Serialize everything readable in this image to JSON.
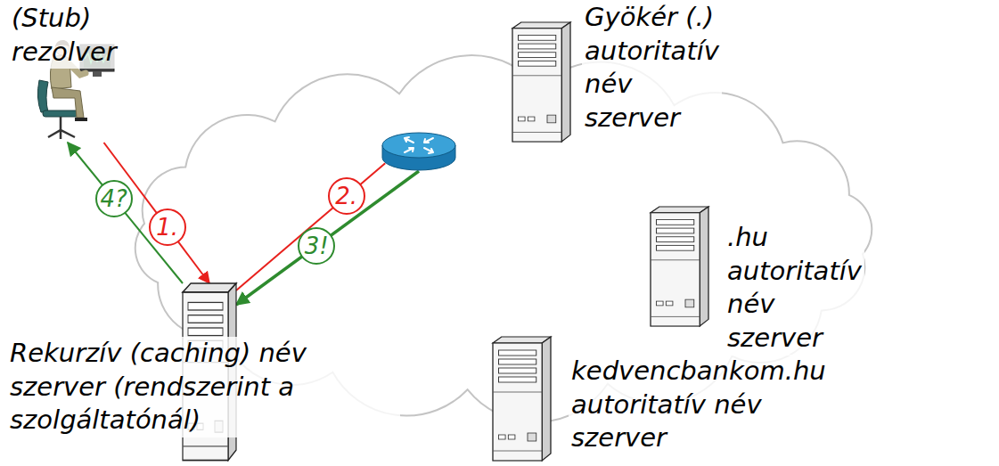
{
  "diagram": {
    "nodes": [
      {
        "text": [
          "(Stub) rezolver"
        ]
      },
      {
        "text": [
          "Gyökér (.) autoritatív név szerver"
        ]
      },
      {
        "text": []
      },
      {
        "text": [
          ".hu autoritatív név szerver"
        ]
      },
      {
        "text": [
          "Rekurzív (caching) név szerver (rendszerint a szolgáltatónál)"
        ]
      },
      {
        "text": [
          "kedvencbankom.hu autoritatív név szerver"
        ]
      }
    ],
    "edges": [
      {
        "from": 0,
        "to": 4,
        "label": "1.",
        "arrow": "to"
      },
      {
        "from": 4,
        "to": 2,
        "label": "2.",
        "arrow": "none"
      },
      {
        "from": 2,
        "to": 4,
        "label": "3!",
        "arrow": "to"
      },
      {
        "from": 4,
        "to": 0,
        "label": "4?",
        "arrow": "to"
      }
    ]
  }
}
